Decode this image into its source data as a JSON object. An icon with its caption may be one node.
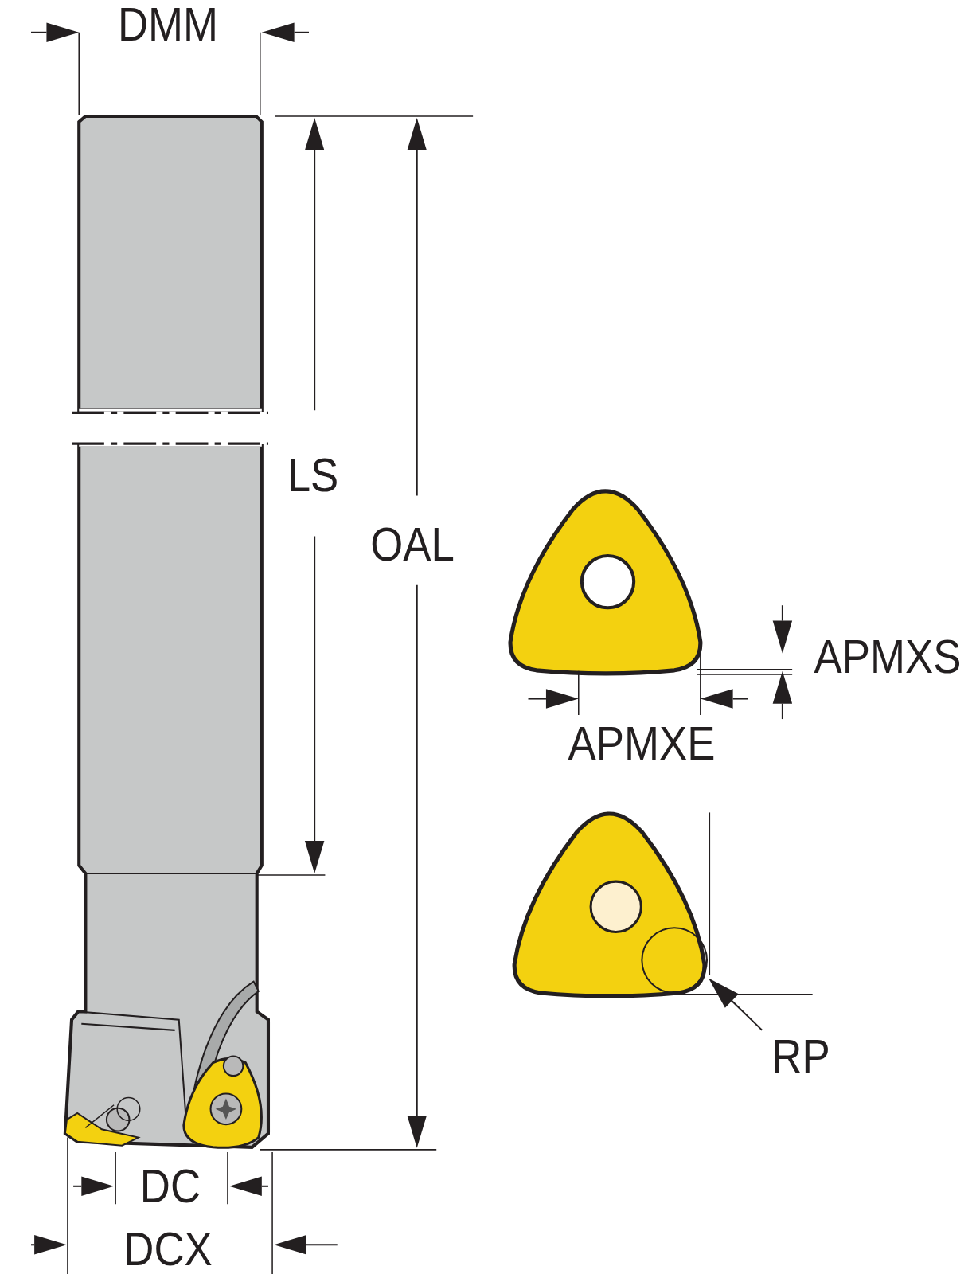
{
  "diagram": {
    "labels": [
      "DMM",
      "LS",
      "OAL",
      "APMXS",
      "APMXE",
      "RP",
      "DC",
      "DCX"
    ]
  }
}
